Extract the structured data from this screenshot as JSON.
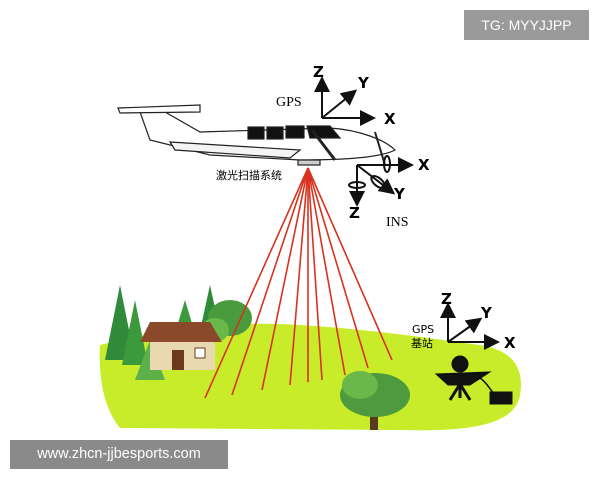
{
  "watermark_top": "TG: MYYJJPP",
  "watermark_bottom": "www.zhcn-jjbesports.com",
  "labels": {
    "gps": "GPS",
    "laser_system": "激光扫描系统",
    "ins": "INS",
    "base_gps": "GPS",
    "base_station": "基站"
  },
  "axes": {
    "x": "X",
    "y": "Y",
    "z": "Z"
  },
  "colors": {
    "laser": "#d8321e",
    "grass": "#c8ec2a",
    "tree": "#3f9a3c",
    "house_roof": "#8a4a2a"
  }
}
